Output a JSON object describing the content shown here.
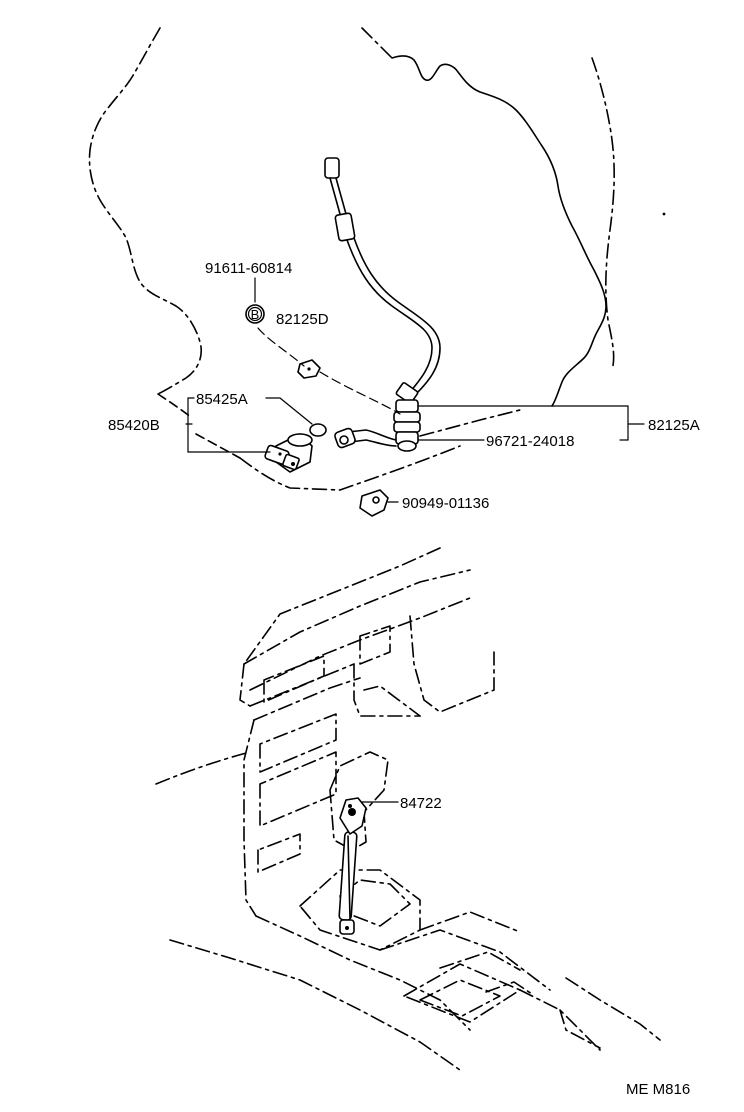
{
  "callouts": {
    "p91611": "91611-60814",
    "bolt_marker": "B",
    "p82125D": "82125D",
    "p85425A": "85425A",
    "p85420B": "85420B",
    "p82125A": "82125A",
    "p96721": "96721-24018",
    "p90949": "90949-01136",
    "p84722": "84722"
  },
  "footer": {
    "code": "ME  M816"
  }
}
